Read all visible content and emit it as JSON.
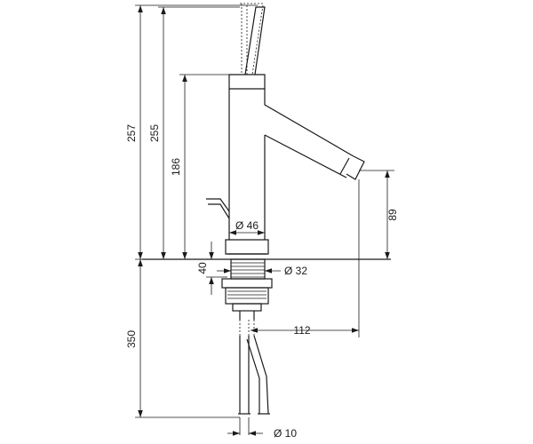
{
  "dimensions": {
    "total_height": "257",
    "lever_height": "255",
    "spout_height": "186",
    "spout_clearance": "89",
    "thread_length": "40",
    "hose_length": "350",
    "spout_reach": "112",
    "body_diameter": "Ø 46",
    "thread_diameter": "Ø 32",
    "hose_diameter": "Ø 10"
  }
}
